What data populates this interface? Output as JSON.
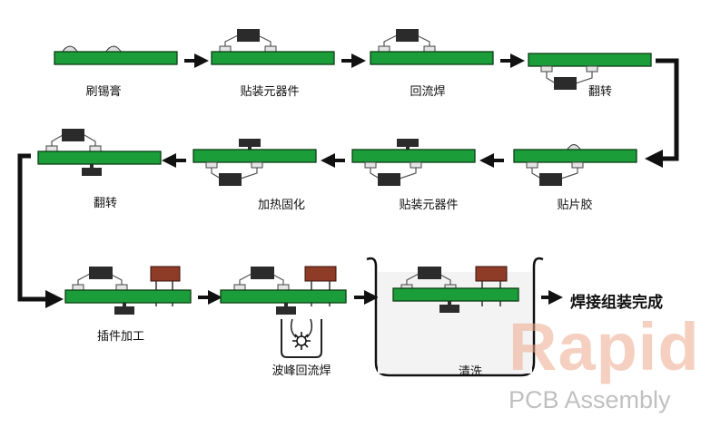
{
  "colors": {
    "board": "#1b9e3a",
    "board_edge": "#0b3d14",
    "chip": "#2b2b2b",
    "tht_component": "#8e3b27",
    "solder": "#e5e5e5",
    "arrow": "#111111",
    "watermark_brand": "#eca98c"
  },
  "steps": [
    {
      "id": "solder-paste",
      "label": "刷锡膏"
    },
    {
      "id": "mount-top",
      "label": "贴装元器件"
    },
    {
      "id": "reflow",
      "label": "回流焊"
    },
    {
      "id": "flip-1",
      "label": "翻转"
    },
    {
      "id": "glue",
      "label": "贴片胶"
    },
    {
      "id": "mount-bottom",
      "label": "贴装元器件"
    },
    {
      "id": "cure",
      "label": "加热固化"
    },
    {
      "id": "flip-2",
      "label": "翻转"
    },
    {
      "id": "tht-insert",
      "label": "插件加工"
    },
    {
      "id": "wave",
      "label": "波峰回流焊"
    },
    {
      "id": "clean",
      "label": "清洗"
    }
  ],
  "final_label": "焊接组装完成",
  "watermark": {
    "brand": "Rapid",
    "tagline": "PCB Assembly"
  }
}
